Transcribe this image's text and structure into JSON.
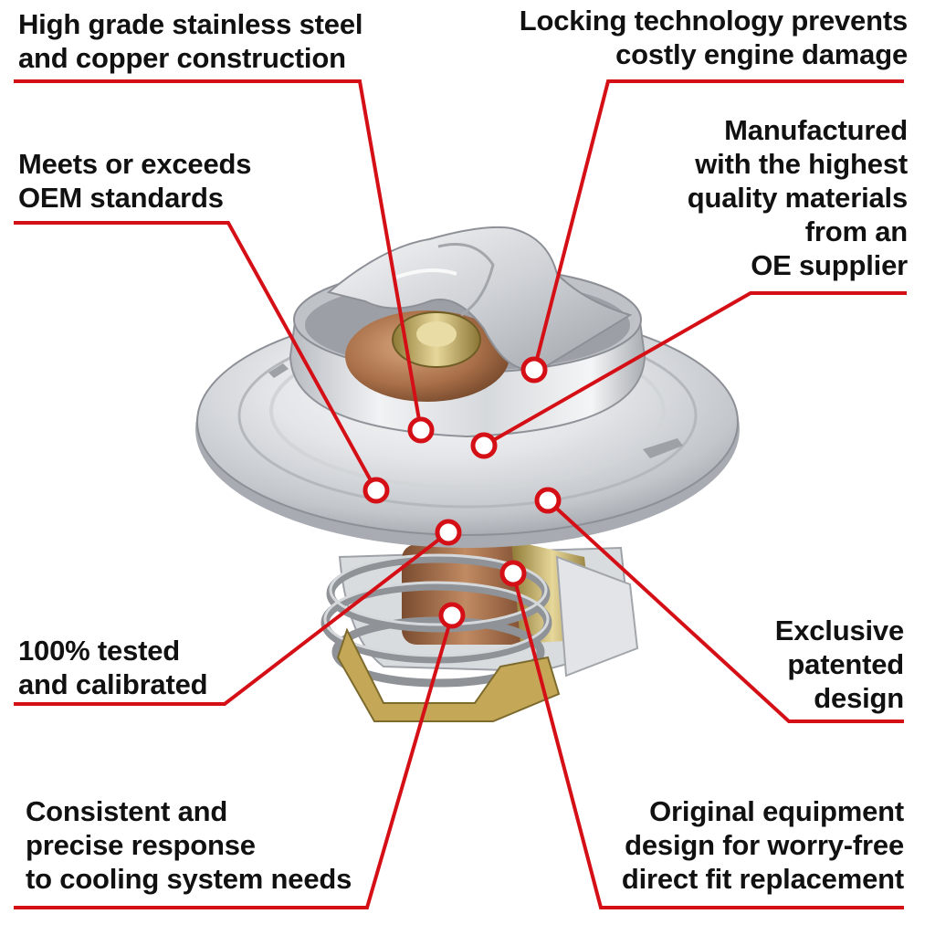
{
  "colors": {
    "leader": "#d50f16",
    "text": "#111111",
    "background": "#ffffff",
    "metal_light": "#f3f4f5",
    "metal_mid": "#c9ccd0",
    "metal_dark": "#8c9096",
    "copper": "#b07a52",
    "brass": "#c9b46a",
    "spring": "#9a9ea3"
  },
  "callouts": {
    "stainless": "High grade stainless steel\nand copper construction",
    "locking": "Locking technology prevents\ncostly engine damage",
    "oem_standards": "Meets or exceeds\nOEM standards",
    "manufactured": "Manufactured\nwith the highest\nquality materials\nfrom an\nOE supplier",
    "tested": "100% tested\nand calibrated",
    "exclusive": "Exclusive\npatented\ndesign",
    "consistent": "Consistent and\nprecise response\nto cooling system needs",
    "original": "Original equipment\ndesign for worry-free\ndirect fit replacement"
  }
}
